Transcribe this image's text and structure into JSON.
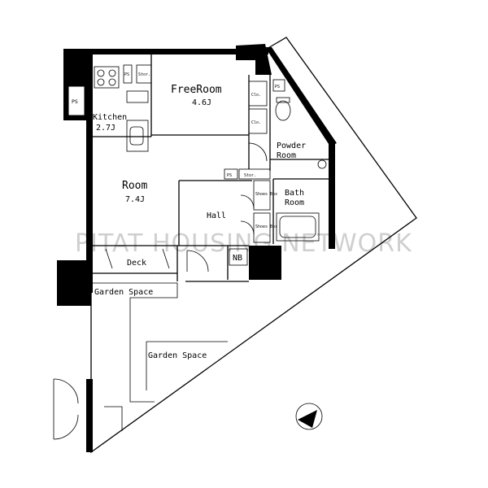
{
  "watermark": "PITAT HOUSING NETWORK",
  "rooms": {
    "free_room": {
      "name": "FreeRoom",
      "size": "4.6J"
    },
    "kitchen": {
      "name": "Kitchen",
      "size": "2.7J"
    },
    "room": {
      "name": "Room",
      "size": "7.4J"
    },
    "powder_room": {
      "line1": "Powder",
      "line2": "Room"
    },
    "bath_room": {
      "line1": "Bath",
      "line2": "Room"
    },
    "hall": "Hall",
    "deck": "Deck",
    "garden_space_1": "Garden Space",
    "garden_space_2": "Garden Space"
  },
  "fixtures": {
    "ps": "PS",
    "stor": "Stor.",
    "clo": "Clo.",
    "shoes_box": "Shoes Box",
    "nb": "NB"
  },
  "compass": {
    "icon": "north-arrow-icon"
  }
}
